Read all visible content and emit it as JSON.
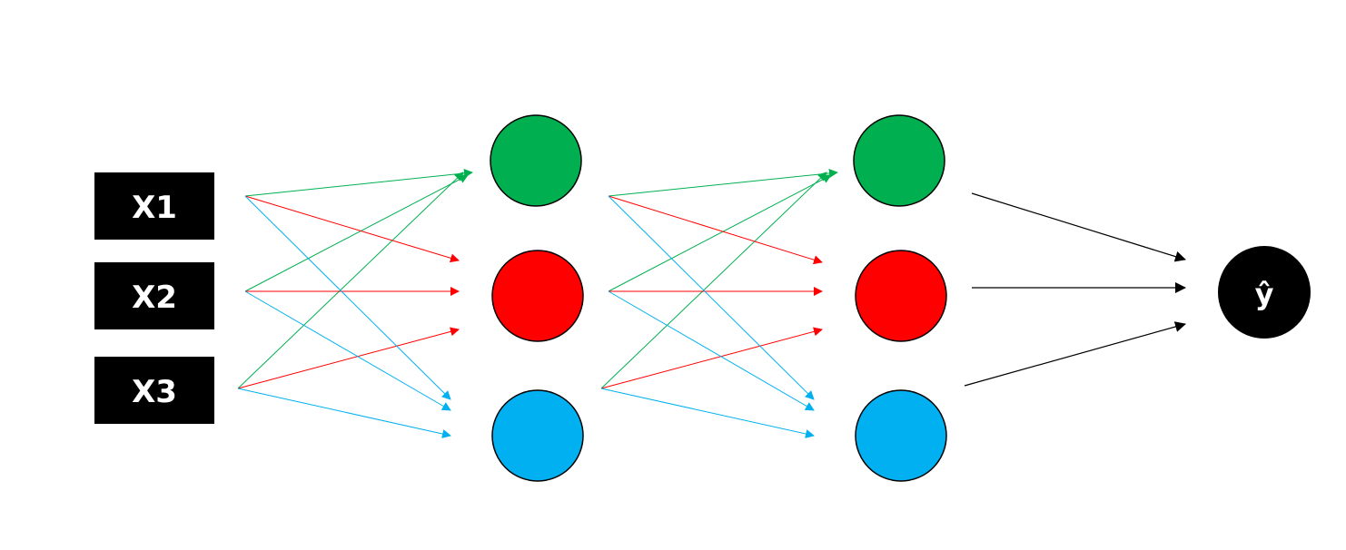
{
  "inputs": [
    "X1",
    "X2",
    "X3"
  ],
  "hidden_layers": [
    {
      "neurons": [
        "green",
        "red",
        "blue"
      ]
    },
    {
      "neurons": [
        "green",
        "red",
        "blue"
      ]
    }
  ],
  "output": {
    "label": "ŷ"
  },
  "colors": {
    "input_box": "#000000",
    "green": "#00b050",
    "red": "#ff0000",
    "blue": "#00b0f0",
    "output_node": "#000000",
    "output_edges": "#000000"
  }
}
